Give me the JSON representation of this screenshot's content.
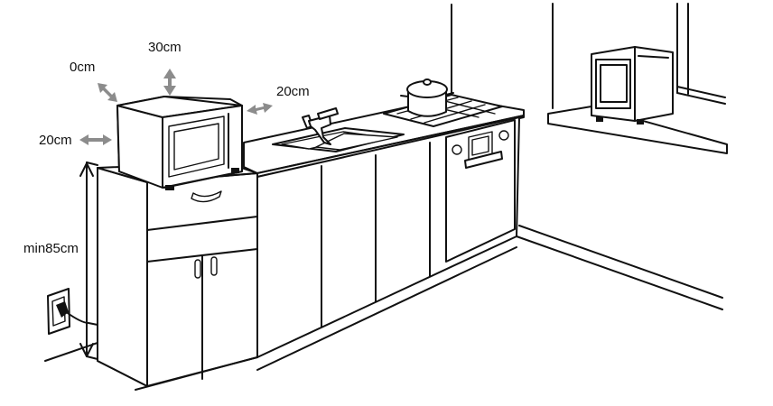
{
  "clearances": {
    "top": "30cm",
    "back": "0cm",
    "left_side": "20cm",
    "right_side": "20cm",
    "min_height": "min85cm"
  },
  "colors": {
    "line": "#111111",
    "arrow": "#8c8c8c",
    "background": "#ffffff"
  }
}
